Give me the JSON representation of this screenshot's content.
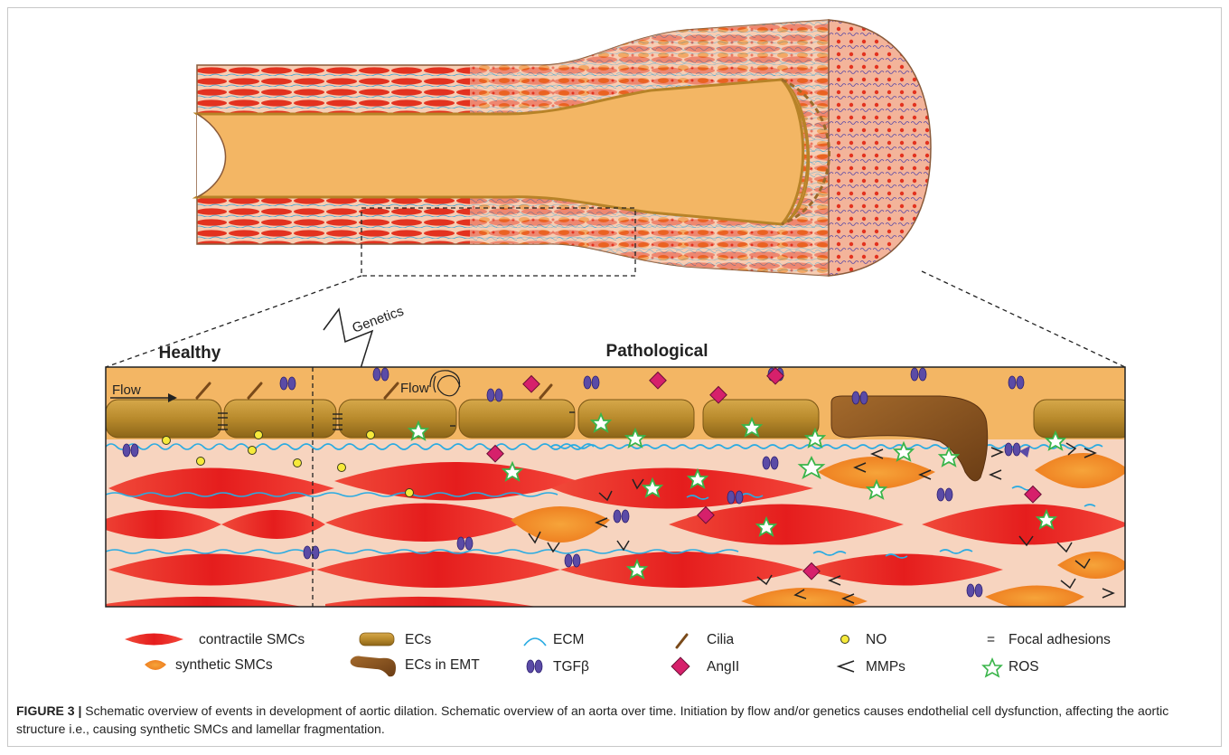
{
  "diagram": {
    "section_labels": {
      "healthy": "Healthy",
      "pathological": "Pathological"
    },
    "annotations": {
      "genetics": "Genetics",
      "flow_healthy": "Flow",
      "flow_patho": "Flow"
    },
    "colors": {
      "lumen": "#f3b664",
      "wall": "#f7d4bf",
      "contractile_smc": "#e8231d",
      "synthetic_smc": "#f28a21",
      "ec": "#b98b2c",
      "ecm": "#29abe2",
      "tgfb": "#5b4ba6",
      "angii": "#d6206b",
      "ros": "#3ab54a",
      "no": "#f6ea3b"
    }
  },
  "legend": {
    "items": [
      {
        "icon": "contractile-smc-icon",
        "label": "contractile SMCs"
      },
      {
        "icon": "synthetic-smc-icon",
        "label": "synthetic SMCs"
      },
      {
        "icon": "ec-icon",
        "label": "ECs"
      },
      {
        "icon": "ec-emt-icon",
        "label": "ECs in EMT"
      },
      {
        "icon": "ecm-icon",
        "label": "ECM"
      },
      {
        "icon": "tgfb-icon",
        "label": "TGFβ"
      },
      {
        "icon": "cilia-icon",
        "label": "Cilia"
      },
      {
        "icon": "angii-icon",
        "label": "AngII"
      },
      {
        "icon": "no-icon",
        "label": "NO"
      },
      {
        "icon": "mmp-icon",
        "label": "MMPs"
      },
      {
        "icon": "focal-adhesion-icon",
        "label": "Focal adhesions"
      },
      {
        "icon": "ros-icon",
        "label": "ROS"
      }
    ],
    "focal_symbol": "="
  },
  "caption": {
    "figure_label": "FIGURE 3 |",
    "text": " Schematic overview of events in development of aortic dilation. Schematic overview of an aorta over time. Initiation by flow and/or genetics causes endothelial cell dysfunction, affecting the aortic structure i.e., causing synthetic SMCs and lamellar fragmentation."
  }
}
